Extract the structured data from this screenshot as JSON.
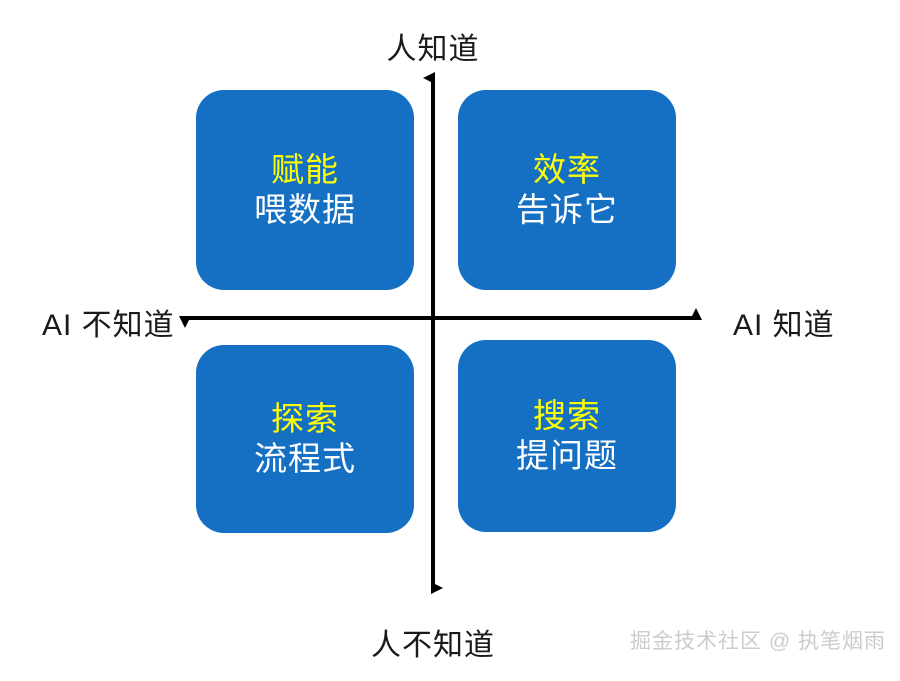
{
  "diagram": {
    "background_color": "#ffffff",
    "box_color": "#1570C4",
    "title_color": "#FFFF00",
    "subtitle_color": "#ffffff",
    "axis_color": "#000000",
    "axes": {
      "top_label": "人知道",
      "bottom_label": "人不知道",
      "left_label": "AI 不知道",
      "right_label": "AI 知道"
    },
    "quadrants": [
      {
        "position": "top-left",
        "title": "赋能",
        "subtitle": "喂数据"
      },
      {
        "position": "top-right",
        "title": "效率",
        "subtitle": "告诉它"
      },
      {
        "position": "bottom-left",
        "title": "探索",
        "subtitle": "流程式"
      },
      {
        "position": "bottom-right",
        "title": "搜索",
        "subtitle": "提问题"
      }
    ]
  },
  "watermark": {
    "text": "掘金技术社区 @ 执笔烟雨",
    "color": "#cccccc"
  }
}
